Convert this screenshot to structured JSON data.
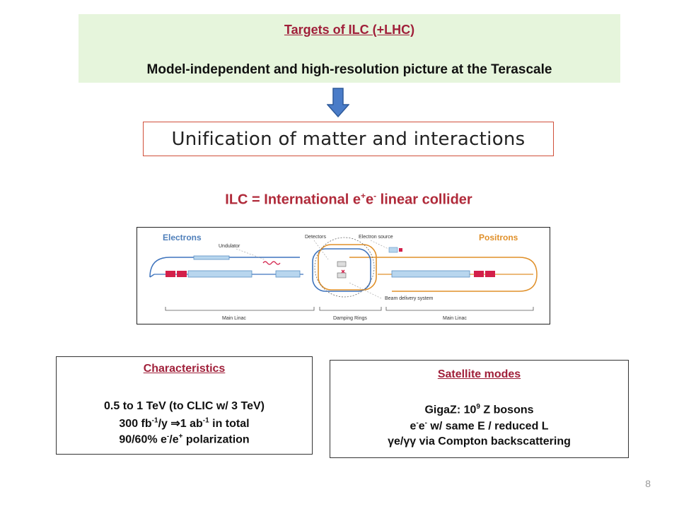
{
  "top_box": {
    "title": "Targets of ILC (+LHC)",
    "subtitle": "Model-independent and high-resolution picture at the Terascale"
  },
  "unify": {
    "text": "Unification of matter and interactions"
  },
  "ilc": {
    "prefix": "ILC = International e",
    "sup1": "+",
    "mid": "e",
    "sup2": "-",
    "suffix": " linear collider"
  },
  "diagram": {
    "electrons": "Electrons",
    "positrons": "Positrons",
    "undulator": "Undulator",
    "detectors": "Detectors",
    "electron_source": "Electron source",
    "beam_delivery": "Beam delivery system",
    "main_linac_left": "Main Linac",
    "damping_rings": "Damping Rings",
    "main_linac_right": "Main Linac"
  },
  "characteristics": {
    "title": "Characteristics",
    "line1": "0.5  to 1 TeV (to CLIC w/ 3 TeV)",
    "line2_a": "300 fb",
    "line2_sup1": "-1",
    "line2_b": "/y ⇒1 ab",
    "line2_sup2": "-1",
    "line2_c": " in total",
    "line3_a": "90/60% e",
    "line3_sup1": "-",
    "line3_b": "/e",
    "line3_sup2": "+",
    "line3_c": " polarization"
  },
  "satellite": {
    "title": "Satellite modes",
    "line1_a": "GigaZ: 10",
    "line1_sup": "9",
    "line1_b": " Z bosons",
    "line2_a": "e",
    "line2_sup1": "-",
    "line2_b": "e",
    "line2_sup2": "-",
    "line2_c": " w/ same E / reduced L",
    "line3": "γe/γγ  via Compton backscattering"
  },
  "page_number": "8",
  "colors": {
    "accent_red": "#a0203a",
    "banner_green": "#e6f5dc",
    "arrow_blue": "#4a7cc8"
  }
}
